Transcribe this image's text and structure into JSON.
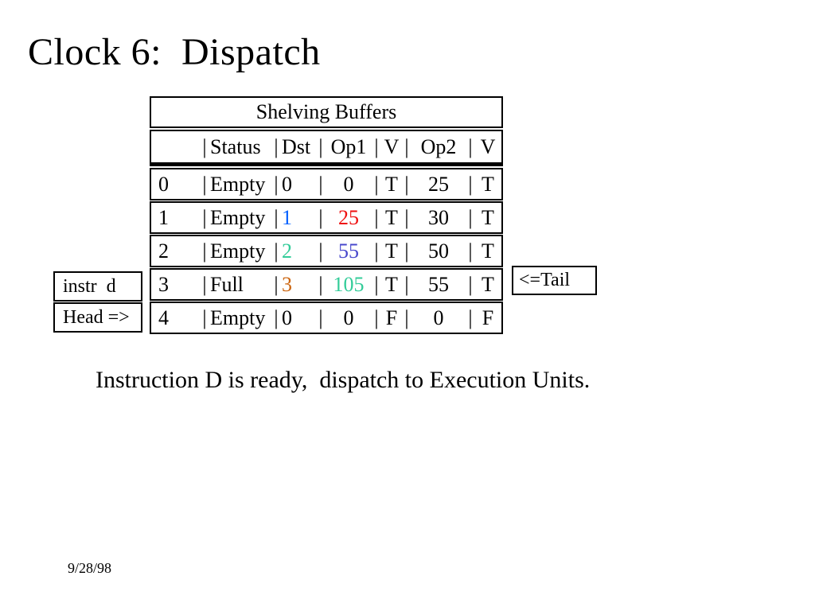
{
  "slide": {
    "title": "Clock 6:  Dispatch",
    "caption": "Instruction D is ready,  dispatch to Execution Units.",
    "date": "9/28/98"
  },
  "table": {
    "title": "Shelving Buffers",
    "pipe": "|",
    "header": {
      "index": "",
      "status": "Status",
      "dst": "Dst",
      "op1": "Op1",
      "v1": "V",
      "op2": "Op2",
      "v2": "V"
    },
    "rows": [
      {
        "index": "0",
        "status": "Empty",
        "dst": {
          "text": "0",
          "color": "#000000"
        },
        "op1": {
          "text": "0",
          "color": "#000000"
        },
        "v1": "T",
        "op2": "25",
        "v2": "T"
      },
      {
        "index": "1",
        "status": "Empty",
        "dst": {
          "text": "1",
          "color": "#0060ff"
        },
        "op1": {
          "text": "25",
          "color": "#ee1111"
        },
        "v1": "T",
        "op2": "30",
        "v2": "T"
      },
      {
        "index": "2",
        "status": "Empty",
        "dst": {
          "text": "2",
          "color": "#33cc99"
        },
        "op1": {
          "text": "55",
          "color": "#4848cc"
        },
        "v1": "T",
        "op2": "50",
        "v2": "T"
      },
      {
        "index": "3",
        "status": "Full",
        "dst": {
          "text": "3",
          "color": "#cc6611"
        },
        "op1": {
          "text": "105",
          "color": "#33cc99"
        },
        "v1": "T",
        "op2": "55",
        "v2": "T"
      },
      {
        "index": "4",
        "status": "Empty",
        "dst": {
          "text": "0",
          "color": "#000000"
        },
        "op1": {
          "text": "0",
          "color": "#000000"
        },
        "v1": "F",
        "op2": "0",
        "v2": "F"
      }
    ]
  },
  "pointers": {
    "instr_label": "instr  d",
    "head_label": "Head =>",
    "tail_label": "<=Tail"
  },
  "colors": {
    "text": "#000000",
    "background": "#ffffff",
    "border": "#000000"
  }
}
